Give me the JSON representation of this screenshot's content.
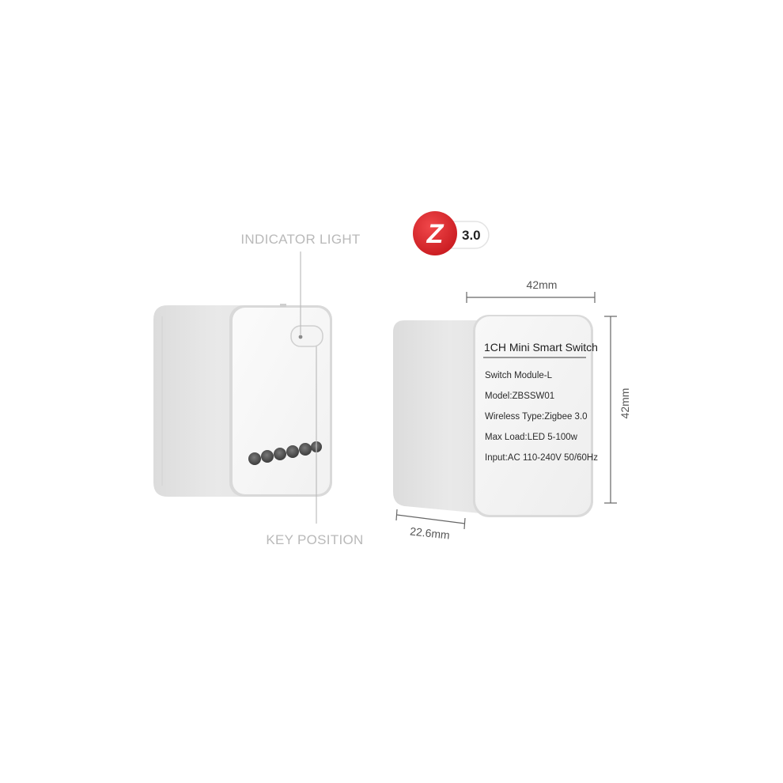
{
  "labels": {
    "indicator_light": "INDICATOR LIGHT",
    "key_position": "KEY POSITION"
  },
  "badge": {
    "logo_letter": "Z",
    "version": "3.0"
  },
  "dimensions": {
    "width": "42mm",
    "height": "42mm",
    "depth": "22.6mm"
  },
  "product_label": {
    "title": "1CH Mini Smart Switch",
    "lines": [
      "Switch Module-L",
      "Model:ZBSSW01",
      "Wireless Type:Zigbee 3.0",
      "Max Load:LED 5-100w",
      "Input:AC 110-240V 50/60Hz"
    ]
  },
  "colors": {
    "device_body": "#ededed",
    "device_face": "#f6f6f6",
    "logo_red": "#e0262b",
    "callout_text": "#b9b9b9"
  },
  "icons": [
    "zigbee-logo-icon",
    "indicator-light-icon",
    "terminal-hole-icon"
  ]
}
